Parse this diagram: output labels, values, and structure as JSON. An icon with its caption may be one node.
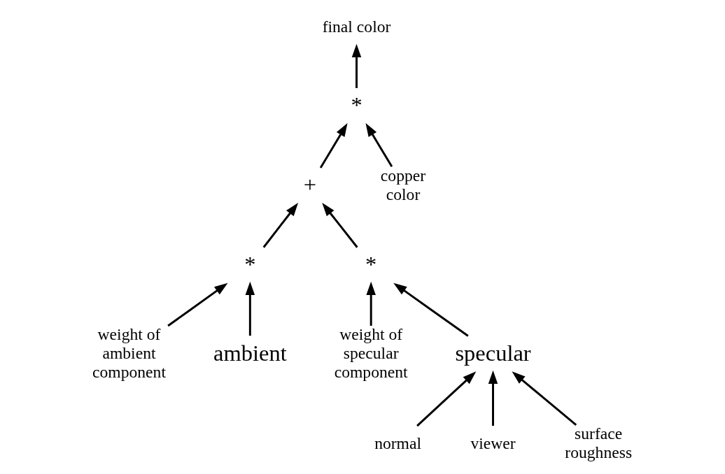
{
  "diagram": {
    "nodes": [
      {
        "text": [
          "final color"
        ]
      },
      {
        "text": [
          "*"
        ]
      },
      {
        "text": [
          "+"
        ]
      },
      {
        "text": [
          "copper color"
        ]
      },
      {
        "text": [
          "*"
        ]
      },
      {
        "text": [
          "*"
        ]
      },
      {
        "text": [
          "weight of ambient component"
        ]
      },
      {
        "text": [
          "ambient"
        ]
      },
      {
        "text": [
          "weight of specular component"
        ]
      },
      {
        "text": [
          "specular"
        ]
      },
      {
        "text": [
          "normal"
        ]
      },
      {
        "text": [
          "viewer"
        ]
      },
      {
        "text": [
          "surface roughness"
        ]
      }
    ],
    "edges": [
      {
        "from": 1,
        "to": 0,
        "arrow": "to"
      },
      {
        "from": 2,
        "to": 1,
        "arrow": "to"
      },
      {
        "from": 3,
        "to": 1,
        "arrow": "to"
      },
      {
        "from": 4,
        "to": 2,
        "arrow": "to"
      },
      {
        "from": 5,
        "to": 2,
        "arrow": "to"
      },
      {
        "from": 6,
        "to": 4,
        "arrow": "to"
      },
      {
        "from": 7,
        "to": 4,
        "arrow": "to"
      },
      {
        "from": 8,
        "to": 5,
        "arrow": "to"
      },
      {
        "from": 9,
        "to": 5,
        "arrow": "to"
      },
      {
        "from": 10,
        "to": 9,
        "arrow": "to"
      },
      {
        "from": 11,
        "to": 9,
        "arrow": "to"
      },
      {
        "from": 12,
        "to": 9,
        "arrow": "to"
      }
    ]
  }
}
